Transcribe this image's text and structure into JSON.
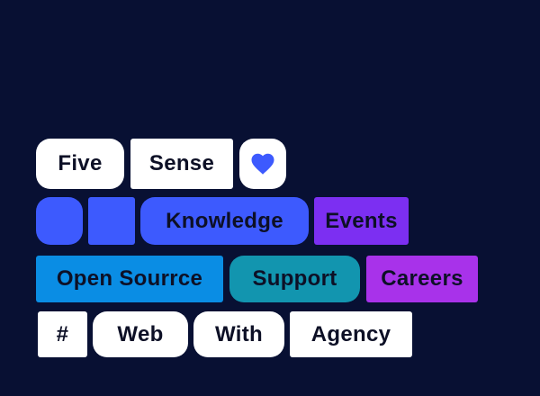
{
  "canvas": {
    "background_color": "#081033"
  },
  "colors": {
    "chip_blue": "#3d5afe",
    "chip_violet": "#7c2ff2",
    "chip_azure": "#0a8de4",
    "chip_teal": "#1295af",
    "chip_magenta": "#a832ea",
    "chip_white": "#ffffff",
    "text_dark": "#0d1026",
    "heart_blue": "#3d5afe"
  },
  "rows": [
    {
      "tiles": [
        {
          "label": "Five"
        },
        {
          "label": "Sense"
        },
        {
          "label": "",
          "icon": "heart-icon"
        }
      ]
    },
    {
      "tiles": [
        {
          "label": ""
        },
        {
          "label": ""
        },
        {
          "label": "Knowledge"
        },
        {
          "label": "Events"
        }
      ]
    },
    {
      "tiles": [
        {
          "label": "Open Sourrce"
        },
        {
          "label": "Support"
        },
        {
          "label": "Careers"
        }
      ]
    },
    {
      "tiles": [
        {
          "label": "#"
        },
        {
          "label": "Web"
        },
        {
          "label": "With"
        },
        {
          "label": "Agency"
        }
      ]
    }
  ]
}
